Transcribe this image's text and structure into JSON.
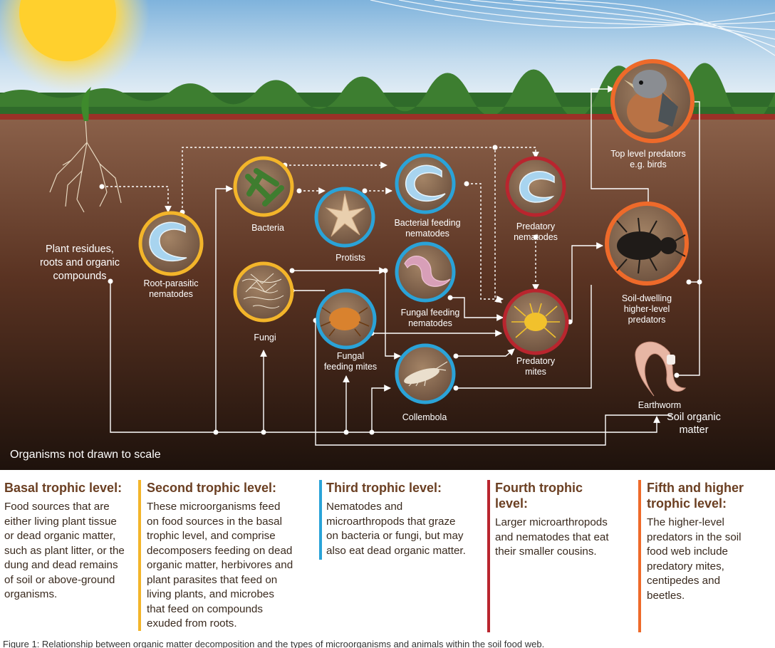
{
  "diagram": {
    "note": "Organisms not drawn to scale",
    "nodes": {
      "plant_residues": [
        "Plant residues,",
        "roots and organic",
        "compounds"
      ],
      "root_parasitic": [
        "Root-parasitic",
        "nematodes"
      ],
      "bacteria": [
        "Bacteria"
      ],
      "fungi": [
        "Fungi"
      ],
      "protists": [
        "Protists"
      ],
      "bacterial_feeding": [
        "Bacterial feeding",
        "nematodes"
      ],
      "fungal_feeding_nematodes": [
        "Fungal feeding",
        "nematodes"
      ],
      "fungal_feeding_mites": [
        "Fungal",
        "feeding mites"
      ],
      "collembola": [
        "Collembola"
      ],
      "predatory_nematodes": [
        "Predatory",
        "nematodes"
      ],
      "predatory_mites": [
        "Predatory",
        "mites"
      ],
      "top_predators": [
        "Top level predators",
        "e.g. birds"
      ],
      "soil_predators": [
        "Soil-dwelling",
        "higher-level",
        "predators"
      ],
      "earthworm": [
        "Earthworm"
      ],
      "soil_organic_matter": [
        "Soil organic",
        "matter"
      ]
    },
    "colors": {
      "basal": "#f3b52a",
      "second": "#f3b52a",
      "third": "#2aa3d8",
      "fourth": "#b9252e",
      "fifth": "#ee6a2a"
    }
  },
  "columns": [
    {
      "title": "Basal trophic level:",
      "lines": [
        "Food sources that are",
        "either living plant tissue",
        "or dead organic matter,",
        "such as plant litter, or the",
        "dung and dead remains",
        "of soil or above-ground",
        "organisms."
      ]
    },
    {
      "title": "Second trophic level:",
      "lines": [
        "These microorganisms feed",
        "on food sources in the basal",
        "trophic level, and comprise",
        "decomposers feeding on dead",
        "organic matter, herbivores and",
        "plant parasites that feed on",
        "living plants, and microbes",
        "that feed on compounds",
        "exuded from roots."
      ]
    },
    {
      "title": "Third trophic level:",
      "lines": [
        "Nematodes and",
        "microarthropods that graze",
        "on bacteria or fungi, but may",
        "also eat dead organic matter."
      ]
    },
    {
      "title_lines": [
        "Fourth trophic",
        "level:"
      ],
      "lines": [
        "Larger microarthropods",
        "and nematodes that eat",
        "their smaller cousins."
      ]
    },
    {
      "title_lines": [
        "Fifth and higher",
        "trophic level:"
      ],
      "lines": [
        "The higher-level",
        "predators in the soil",
        "food web include",
        "predatory mites,",
        "centipedes and",
        "beetles."
      ]
    }
  ],
  "caption": "Figure 1: Relationship between organic matter decomposition and the types of microorganisms and animals within the soil food web."
}
